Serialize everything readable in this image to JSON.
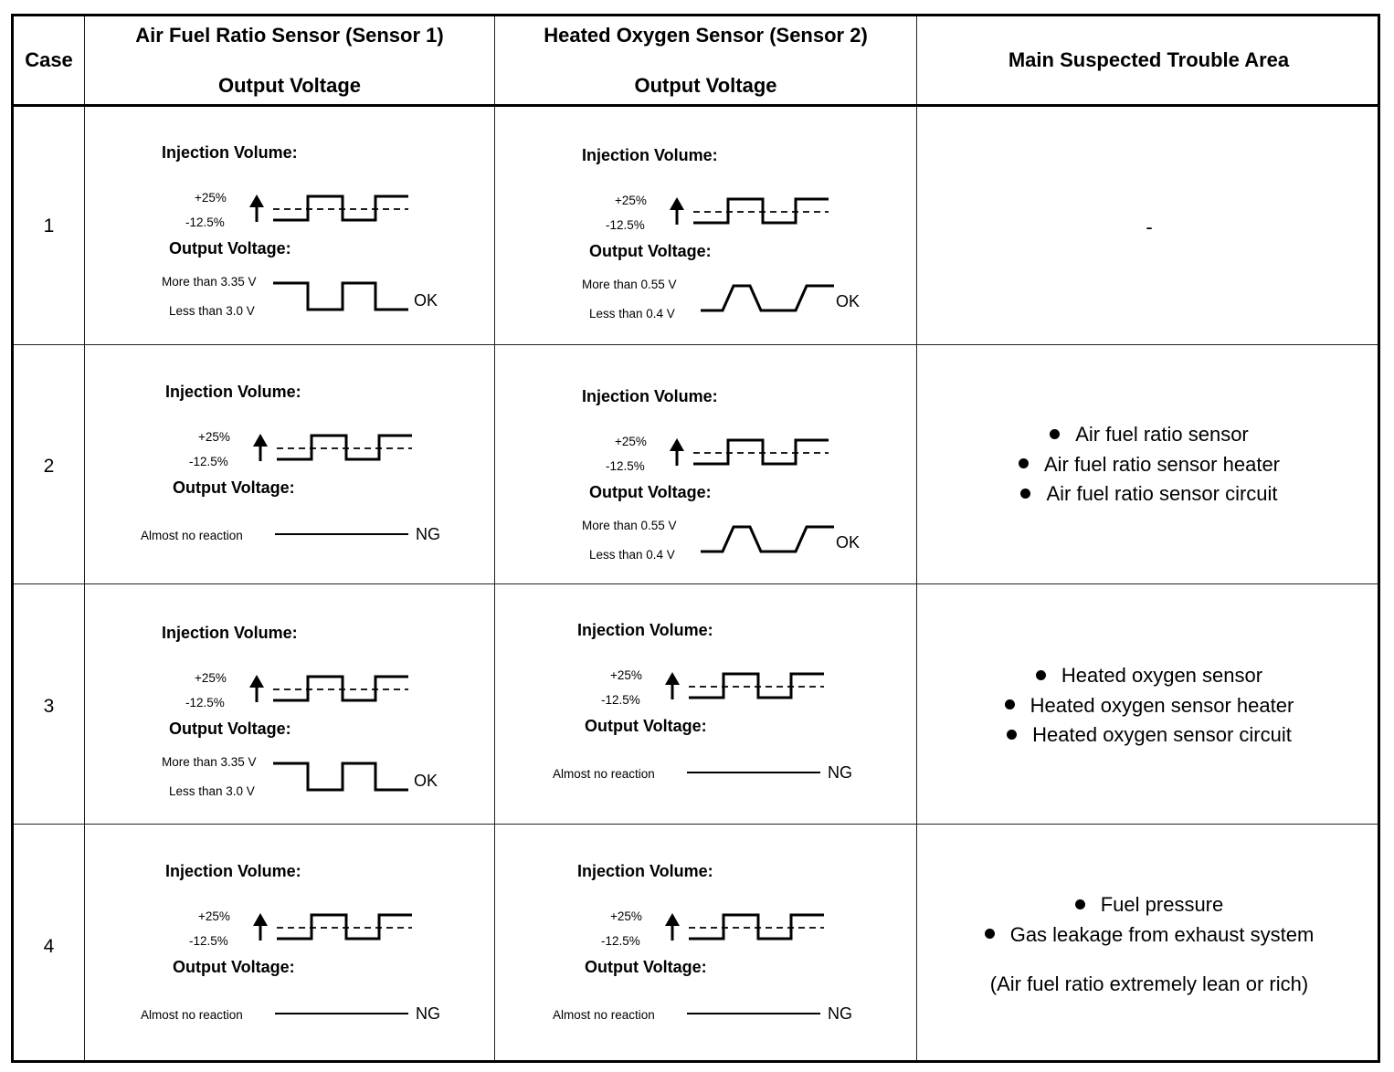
{
  "header": {
    "case": "Case",
    "sensor1_line1": "Air Fuel Ratio Sensor (Sensor 1)",
    "sensor1_line2": "Output Voltage",
    "sensor2_line1": "Heated Oxygen Sensor (Sensor 2)",
    "sensor2_line2": "Output Voltage",
    "trouble": "Main Suspected Trouble Area"
  },
  "labels": {
    "injection": "Injection Volume:",
    "output": "Output Voltage:",
    "plus": "+25%",
    "minus": "-12.5%",
    "af_high": "More than 3.35 V",
    "af_low": "Less than 3.0 V",
    "ho_high": "More than 0.55 V",
    "ho_low": "Less than 0.4 V",
    "no_reaction": "Almost no reaction",
    "ok": "OK",
    "ng": "NG"
  },
  "rows": [
    {
      "case": "1",
      "sensor1": "OK",
      "sensor2": "OK",
      "trouble_dash": "-",
      "trouble": []
    },
    {
      "case": "2",
      "sensor1": "NG",
      "sensor2": "OK",
      "trouble": [
        "Air fuel ratio sensor",
        "Air fuel ratio sensor heater",
        "Air fuel ratio sensor circuit"
      ]
    },
    {
      "case": "3",
      "sensor1": "OK",
      "sensor2": "NG",
      "trouble": [
        "Heated oxygen sensor",
        "Heated oxygen sensor heater",
        "Heated oxygen sensor circuit"
      ]
    },
    {
      "case": "4",
      "sensor1": "NG",
      "sensor2": "NG",
      "trouble": [
        "Fuel pressure",
        "Gas leakage from exhaust system"
      ],
      "trouble_note": "(Air fuel ratio extremely lean or rich)"
    }
  ]
}
